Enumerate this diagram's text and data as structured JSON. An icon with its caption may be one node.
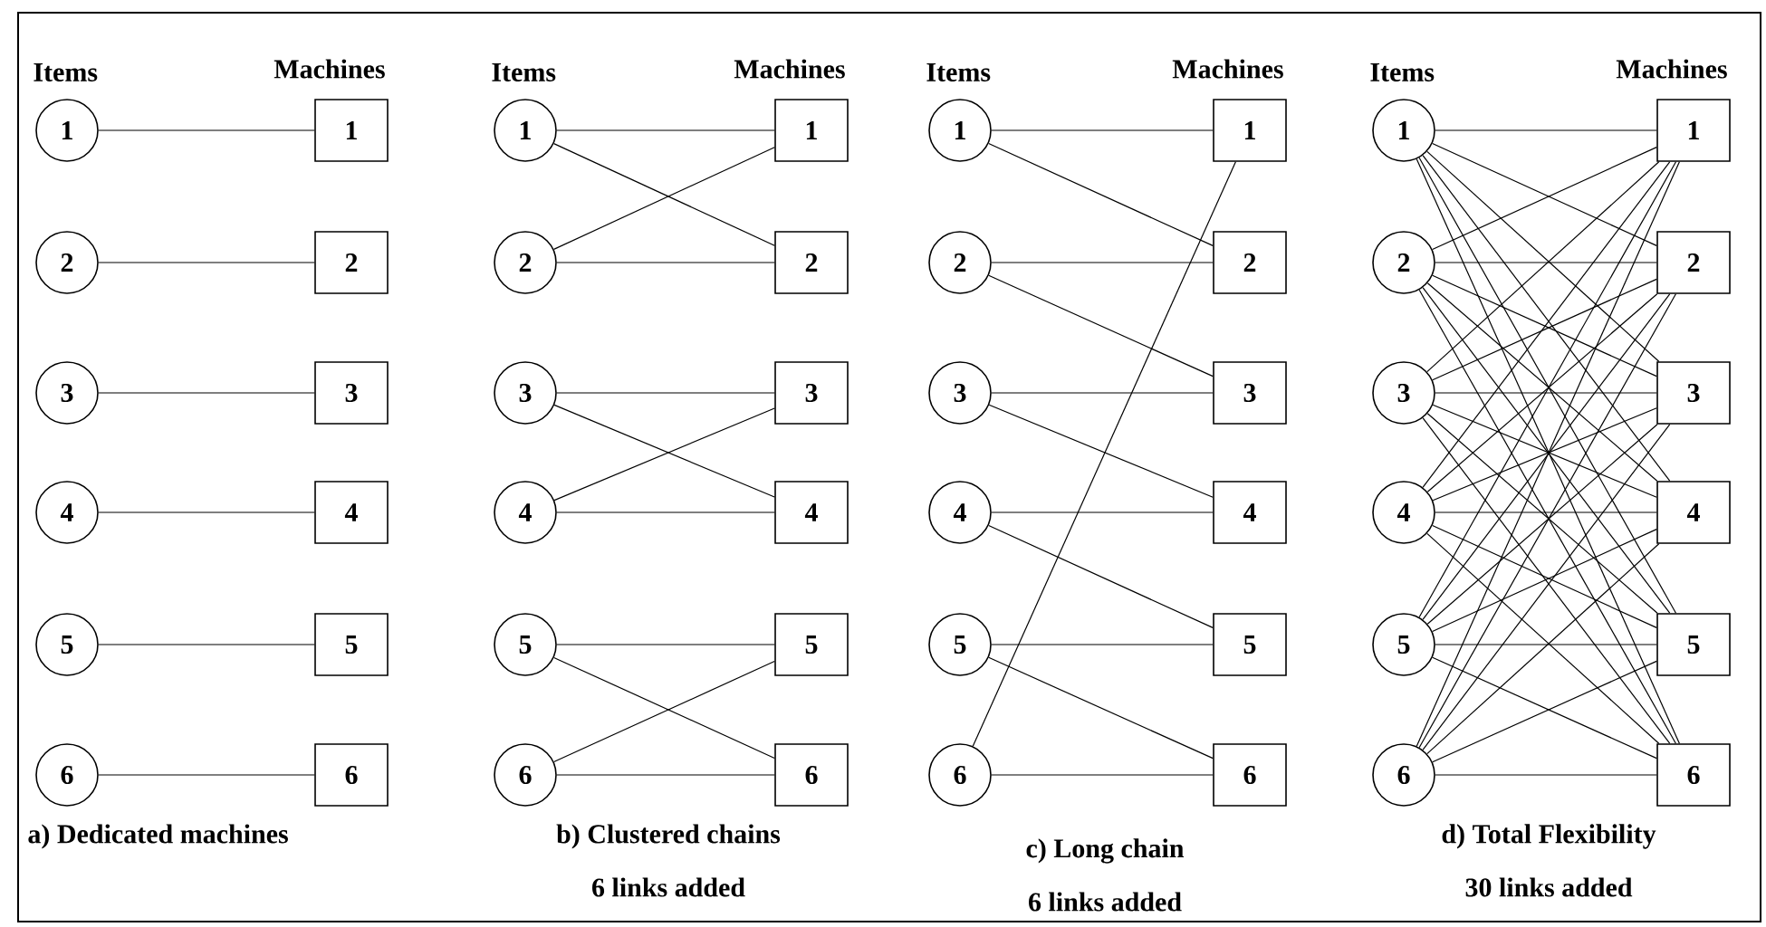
{
  "diagram": {
    "nodes": [
      {
        "text": [
          "1"
        ]
      },
      {
        "text": [
          "2"
        ]
      },
      {
        "text": [
          "3"
        ]
      },
      {
        "text": [
          "4"
        ]
      },
      {
        "text": [
          "5"
        ]
      },
      {
        "text": [
          "6"
        ]
      },
      {
        "text": [
          "1"
        ]
      },
      {
        "text": [
          "2"
        ]
      },
      {
        "text": [
          "3"
        ]
      },
      {
        "text": [
          "4"
        ]
      },
      {
        "text": [
          "5"
        ]
      },
      {
        "text": [
          "6"
        ]
      },
      {
        "text": [
          "1"
        ]
      },
      {
        "text": [
          "2"
        ]
      },
      {
        "text": [
          "3"
        ]
      },
      {
        "text": [
          "4"
        ]
      },
      {
        "text": [
          "5"
        ]
      },
      {
        "text": [
          "6"
        ]
      },
      {
        "text": [
          "1"
        ]
      },
      {
        "text": [
          "2"
        ]
      },
      {
        "text": [
          "3"
        ]
      },
      {
        "text": [
          "4"
        ]
      },
      {
        "text": [
          "5"
        ]
      },
      {
        "text": [
          "6"
        ]
      },
      {
        "text": [
          "1"
        ]
      },
      {
        "text": [
          "2"
        ]
      },
      {
        "text": [
          "3"
        ]
      },
      {
        "text": [
          "4"
        ]
      },
      {
        "text": [
          "5"
        ]
      },
      {
        "text": [
          "6"
        ]
      },
      {
        "text": [
          "1"
        ]
      },
      {
        "text": [
          "2"
        ]
      },
      {
        "text": [
          "3"
        ]
      },
      {
        "text": [
          "4"
        ]
      },
      {
        "text": [
          "5"
        ]
      },
      {
        "text": [
          "6"
        ]
      },
      {
        "text": [
          "1"
        ]
      },
      {
        "text": [
          "2"
        ]
      },
      {
        "text": [
          "3"
        ]
      },
      {
        "text": [
          "4"
        ]
      },
      {
        "text": [
          "5"
        ]
      },
      {
        "text": [
          "6"
        ]
      },
      {
        "text": [
          "1"
        ]
      },
      {
        "text": [
          "2"
        ]
      },
      {
        "text": [
          "3"
        ]
      },
      {
        "text": [
          "4"
        ]
      },
      {
        "text": [
          "5"
        ]
      },
      {
        "text": [
          "6"
        ]
      }
    ],
    "edges": [
      {
        "from": 0,
        "to": 6,
        "arrow": "none"
      },
      {
        "from": 1,
        "to": 7,
        "arrow": "none"
      },
      {
        "from": 2,
        "to": 8,
        "arrow": "none"
      },
      {
        "from": 3,
        "to": 9,
        "arrow": "none"
      },
      {
        "from": 4,
        "to": 10,
        "arrow": "none"
      },
      {
        "from": 5,
        "to": 11,
        "arrow": "none"
      },
      {
        "from": 12,
        "to": 18,
        "arrow": "none"
      },
      {
        "from": 12,
        "to": 19,
        "arrow": "none"
      },
      {
        "from": 13,
        "to": 18,
        "arrow": "none"
      },
      {
        "from": 13,
        "to": 19,
        "arrow": "none"
      },
      {
        "from": 14,
        "to": 20,
        "arrow": "none"
      },
      {
        "from": 14,
        "to": 21,
        "arrow": "none"
      },
      {
        "from": 15,
        "to": 20,
        "arrow": "none"
      },
      {
        "from": 15,
        "to": 21,
        "arrow": "none"
      },
      {
        "from": 16,
        "to": 22,
        "arrow": "none"
      },
      {
        "from": 16,
        "to": 23,
        "arrow": "none"
      },
      {
        "from": 17,
        "to": 22,
        "arrow": "none"
      },
      {
        "from": 17,
        "to": 23,
        "arrow": "none"
      },
      {
        "from": 24,
        "to": 30,
        "arrow": "none"
      },
      {
        "from": 24,
        "to": 31,
        "arrow": "none"
      },
      {
        "from": 25,
        "to": 31,
        "arrow": "none"
      },
      {
        "from": 25,
        "to": 32,
        "arrow": "none"
      },
      {
        "from": 26,
        "to": 32,
        "arrow": "none"
      },
      {
        "from": 26,
        "to": 33,
        "arrow": "none"
      },
      {
        "from": 27,
        "to": 33,
        "arrow": "none"
      },
      {
        "from": 27,
        "to": 34,
        "arrow": "none"
      },
      {
        "from": 28,
        "to": 34,
        "arrow": "none"
      },
      {
        "from": 28,
        "to": 35,
        "arrow": "none"
      },
      {
        "from": 29,
        "to": 35,
        "arrow": "none"
      },
      {
        "from": 29,
        "to": 30,
        "arrow": "none"
      },
      {
        "from": 36,
        "to": 42,
        "arrow": "none"
      },
      {
        "from": 36,
        "to": 43,
        "arrow": "none"
      },
      {
        "from": 36,
        "to": 44,
        "arrow": "none"
      },
      {
        "from": 36,
        "to": 45,
        "arrow": "none"
      },
      {
        "from": 36,
        "to": 46,
        "arrow": "none"
      },
      {
        "from": 36,
        "to": 47,
        "arrow": "none"
      },
      {
        "from": 37,
        "to": 42,
        "arrow": "none"
      },
      {
        "from": 37,
        "to": 43,
        "arrow": "none"
      },
      {
        "from": 37,
        "to": 44,
        "arrow": "none"
      },
      {
        "from": 37,
        "to": 45,
        "arrow": "none"
      },
      {
        "from": 37,
        "to": 46,
        "arrow": "none"
      },
      {
        "from": 37,
        "to": 47,
        "arrow": "none"
      },
      {
        "from": 38,
        "to": 42,
        "arrow": "none"
      },
      {
        "from": 38,
        "to": 43,
        "arrow": "none"
      },
      {
        "from": 38,
        "to": 44,
        "arrow": "none"
      },
      {
        "from": 38,
        "to": 45,
        "arrow": "none"
      },
      {
        "from": 38,
        "to": 46,
        "arrow": "none"
      },
      {
        "from": 38,
        "to": 47,
        "arrow": "none"
      },
      {
        "from": 39,
        "to": 42,
        "arrow": "none"
      },
      {
        "from": 39,
        "to": 43,
        "arrow": "none"
      },
      {
        "from": 39,
        "to": 44,
        "arrow": "none"
      },
      {
        "from": 39,
        "to": 45,
        "arrow": "none"
      },
      {
        "from": 39,
        "to": 46,
        "arrow": "none"
      },
      {
        "from": 39,
        "to": 47,
        "arrow": "none"
      },
      {
        "from": 40,
        "to": 42,
        "arrow": "none"
      },
      {
        "from": 40,
        "to": 43,
        "arrow": "none"
      },
      {
        "from": 40,
        "to": 44,
        "arrow": "none"
      },
      {
        "from": 40,
        "to": 45,
        "arrow": "none"
      },
      {
        "from": 40,
        "to": 46,
        "arrow": "none"
      },
      {
        "from": 40,
        "to": 47,
        "arrow": "none"
      },
      {
        "from": 41,
        "to": 42,
        "arrow": "none"
      },
      {
        "from": 41,
        "to": 43,
        "arrow": "none"
      },
      {
        "from": 41,
        "to": 44,
        "arrow": "none"
      },
      {
        "from": 41,
        "to": 45,
        "arrow": "none"
      },
      {
        "from": 41,
        "to": 46,
        "arrow": "none"
      },
      {
        "from": 41,
        "to": 47,
        "arrow": "none"
      }
    ],
    "labels": [
      "Items",
      "Machines",
      "Items",
      "Machines",
      "Items",
      "Machines",
      "Items",
      "Machines",
      "a) Dedicated machines",
      "b) Clustered  chains",
      "c) Long chain",
      "d) Total Flexibility",
      "6 links added",
      "6 links added",
      "30 links added"
    ]
  }
}
